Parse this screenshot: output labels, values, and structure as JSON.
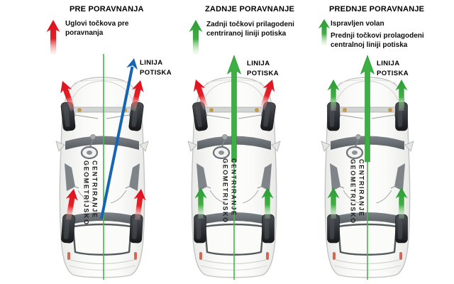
{
  "colors": {
    "red_arrow": "#e31c23",
    "green_arrow": "#3aa840",
    "thrust_blue": "#1565b4",
    "center_line_green": "#45b649",
    "thrust_green": "#3cb043",
    "text": "#000000"
  },
  "panels": [
    {
      "title": "PRE PORAVNANJA",
      "legend_items": [
        {
          "arrow_color": "red",
          "text": "Uglovi točkova pre poravnanja"
        }
      ],
      "thrust_label": {
        "line1": "LINIJA",
        "line2": "POTISKA"
      },
      "center_label": {
        "line1": "GEOMETRIJSKO",
        "line2": "CENTRIRANJE"
      },
      "front_wheel_arrows": "red",
      "rear_wheel_arrows": "red",
      "thrust_line": "blue-skewed"
    },
    {
      "title": "ZADNJE PORAVNANJE",
      "legend_items": [
        {
          "arrow_color": "green",
          "text": "Zadnji točkovi prilagodeni centriranoj liniji potiska"
        }
      ],
      "thrust_label": {
        "line1": "LINIJA",
        "line2": "POTISKA"
      },
      "center_label": {
        "line1": "GEOMETRIJSKO",
        "line2": "CENTRIRANJE"
      },
      "front_wheel_arrows": "red",
      "rear_wheel_arrows": "green",
      "thrust_line": "green-centered"
    },
    {
      "title": "PREDNJE PORAVNANJE",
      "legend_items": [
        {
          "arrow_color": "green",
          "text": "Ispravljen volan"
        },
        {
          "arrow_color": "green",
          "text": "Prednji točkovi prolagodeni centralnoj liniji potiska"
        }
      ],
      "thrust_label": {
        "line1": "LINIJA",
        "line2": "POTISKA"
      },
      "center_label": {
        "line1": "GEOMETRIJSKO",
        "line2": "CENTRIRANJE"
      },
      "front_wheel_arrows": "green",
      "rear_wheel_arrows": "green",
      "thrust_line": "green-centered"
    }
  ]
}
